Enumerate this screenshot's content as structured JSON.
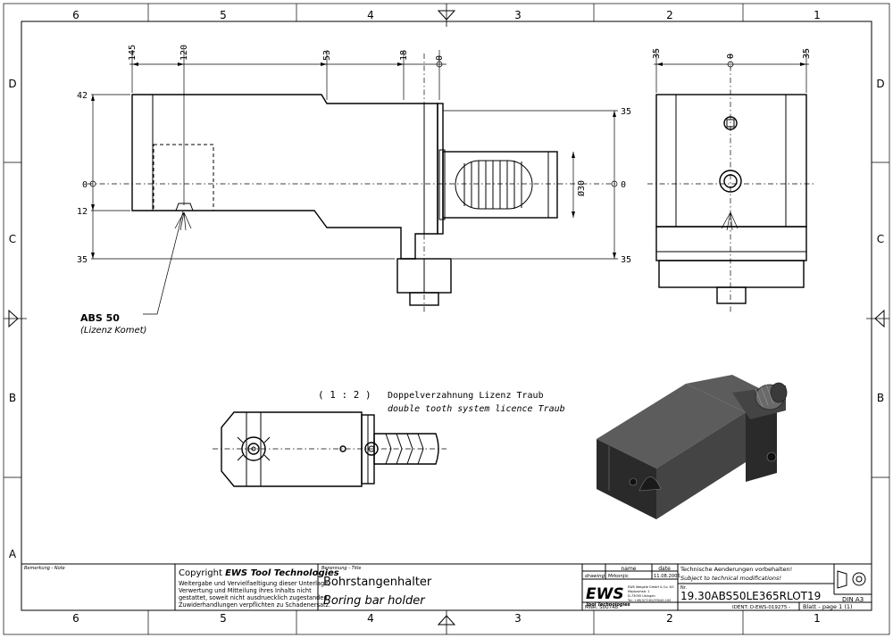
{
  "frame": {
    "columns": [
      "6",
      "5",
      "4",
      "3",
      "2",
      "1"
    ],
    "rows": [
      "D",
      "C",
      "B",
      "A"
    ]
  },
  "drawing": {
    "side_view_dims": {
      "top": [
        "145",
        "120",
        "53",
        "18",
        "0"
      ],
      "left": [
        "42",
        "0",
        "12",
        "35"
      ],
      "right": [
        "35",
        "0",
        "35"
      ],
      "diameter": "Ø30"
    },
    "front_view_dims": {
      "top": [
        "35",
        "0",
        "35"
      ]
    },
    "callout": {
      "label": "ABS 50",
      "sub": "(Lizenz Komet)"
    },
    "scale_note": "( 1 : 2 )",
    "tooth_note_de": "Doppelverzahnung Lizenz Traub",
    "tooth_note_en": "double tooth system licence Traub"
  },
  "titleblock": {
    "remark_label": "Bemerkung - Note",
    "copyright_prefix": "Copyright",
    "copyright_brand": "EWS Tool Technologies",
    "copyright_text": [
      "Weitergabe und Vervielfaeltigung dieser Unterlage,",
      "Verwertung und Mitteilung ihres Inhalts nicht",
      "gestattet, soweit nicht ausdruecklich zugestanden.",
      "Zuwiderhandlungen verpflichten zu Schadenersatz."
    ],
    "title_label": "Benennung - Title",
    "title_de": "Bohrstangenhalter",
    "title_en": "Boring bar holder",
    "col_name": "name",
    "col_date": "date",
    "row_drawing": "drawing",
    "drawer_name": "Mrkonjic",
    "drawer_date": "11.08.2006",
    "logo": "EWS",
    "logo_sub": "Tool Technologies",
    "company_lines": [
      "EWS Weigele GmbH & Co. KG",
      "Maybachstr. 1",
      "D-73095 Uhingen",
      "Tel. +49(0)7161/93040-100"
    ],
    "change_note_de": "Technische Aenderungen vorbehalten!",
    "change_note_en": "Subject to technical modifications!",
    "nr_label": "Nr.",
    "part_number": "19.30ABS50LE365RLOT19",
    "format": "DIN A3",
    "mnr": "MNR: S00748",
    "ident": "IDENT: D-EWS-019275 -",
    "sheet": "Blatt - page  1 (1)"
  }
}
